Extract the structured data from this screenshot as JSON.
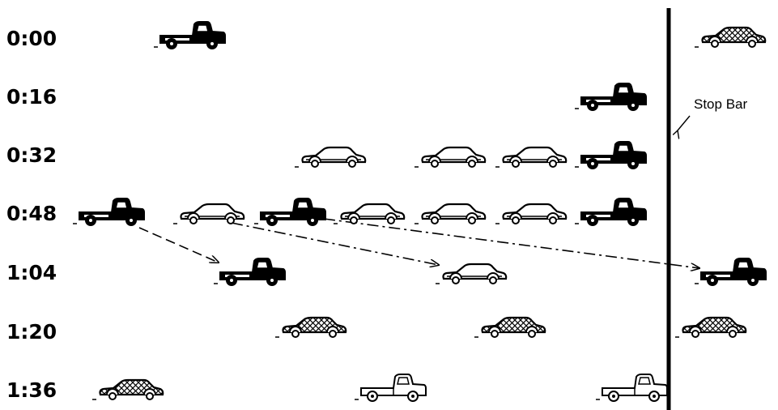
{
  "time_labels": [
    "0:00",
    "0:16",
    "0:32",
    "0:48",
    "1:04",
    "1:20",
    "1:36"
  ],
  "stop_bar_label": "Stop Bar",
  "colors": {
    "ink": "#000000",
    "paper": "#ffffff"
  },
  "vehicle_styles": {
    "truck-solid": "pickup truck, dark filled",
    "truck-outline": "pickup truck, outline",
    "car-outline": "passenger car, outline",
    "car-hatched": "passenger car, cross-hatched"
  },
  "rows": [
    {
      "time": "0:00",
      "vehicles": [
        "truck-solid",
        "car-hatched"
      ]
    },
    {
      "time": "0:16",
      "vehicles": [
        "truck-solid"
      ]
    },
    {
      "time": "0:32",
      "vehicles": [
        "car-outline",
        "car-outline",
        "car-outline",
        "truck-solid"
      ]
    },
    {
      "time": "0:48",
      "vehicles": [
        "truck-solid",
        "car-outline",
        "truck-solid",
        "car-outline",
        "car-outline",
        "car-outline",
        "truck-solid"
      ]
    },
    {
      "time": "1:04",
      "vehicles": [
        "truck-solid",
        "car-outline",
        "truck-solid"
      ]
    },
    {
      "time": "1:20",
      "vehicles": [
        "car-hatched",
        "car-hatched",
        "car-hatched"
      ]
    },
    {
      "time": "1:36",
      "vehicles": [
        "car-hatched",
        "truck-outline",
        "truck-outline"
      ]
    }
  ]
}
